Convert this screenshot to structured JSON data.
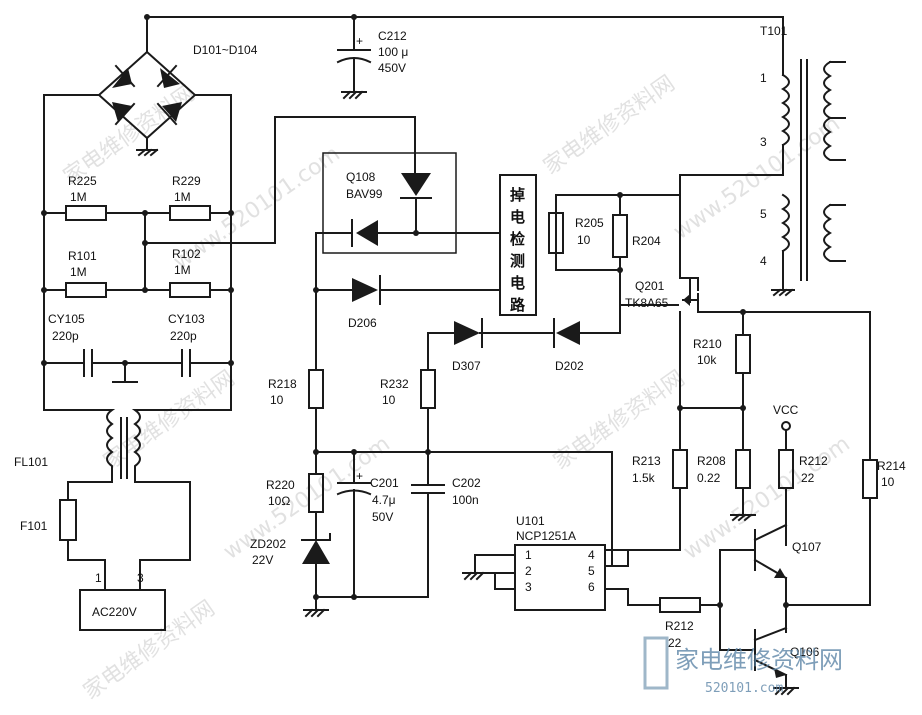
{
  "labels": {
    "D101": "D101~D104",
    "C212": "C212",
    "C212v": "100 μ",
    "C212u": "450V",
    "T101": "T101",
    "pin1": "1",
    "pin3": "3",
    "pin5": "5",
    "pin4": "4",
    "R225": "R225",
    "R225v": "1M",
    "R229": "R229",
    "R229v": "1M",
    "R101": "R101",
    "R101v": "1M",
    "R102": "R102",
    "R102v": "1M",
    "CY105": "CY105",
    "CY105v": "220p",
    "CY103": "CY103",
    "CY103v": "220p",
    "FL101": "FL101",
    "F101": "F101",
    "AC": "AC220V",
    "acpin1": "1",
    "acpin3": "3",
    "Q108": "Q108",
    "Q108v": "BAV99",
    "det": [
      "掉",
      "电",
      "检",
      "测",
      "电",
      "路"
    ],
    "R205": "R205",
    "R205v": "10",
    "R204": "R204",
    "Q201": "Q201",
    "Q201v": "TK8A65",
    "D206": "D206",
    "D307": "D307",
    "D202": "D202",
    "R210": "R210",
    "R210v": "10k",
    "R218": "R218",
    "R218v": "10",
    "R232": "R232",
    "R232v": "10",
    "VCC": "VCC",
    "R213": "R213",
    "R213v": "1.5k",
    "R208": "R208",
    "R208v": "0.22",
    "R212a": "R212",
    "R212av": "22",
    "R214": "R214",
    "R214v": "10",
    "R220": "R220",
    "R220v": "10Ω",
    "C201": "C201",
    "C201v": "4.7μ",
    "C201u": "50V",
    "C202": "C202",
    "C202v": "100n",
    "U101": "U101",
    "U101v": "NCP1251A",
    "u1": "1",
    "u2": "2",
    "u3": "3",
    "u4": "4",
    "u5": "5",
    "u6": "6",
    "ZD202": "ZD202",
    "ZD202v": "22V",
    "Q107": "Q107",
    "R212b": "R212",
    "R212bv": "22",
    "Q106": "Q106"
  },
  "watermark": {
    "text": "家电维修资料网",
    "url": "www.520101.com",
    "logo": "家电维修资料网",
    "logo_url": "520101.com"
  }
}
